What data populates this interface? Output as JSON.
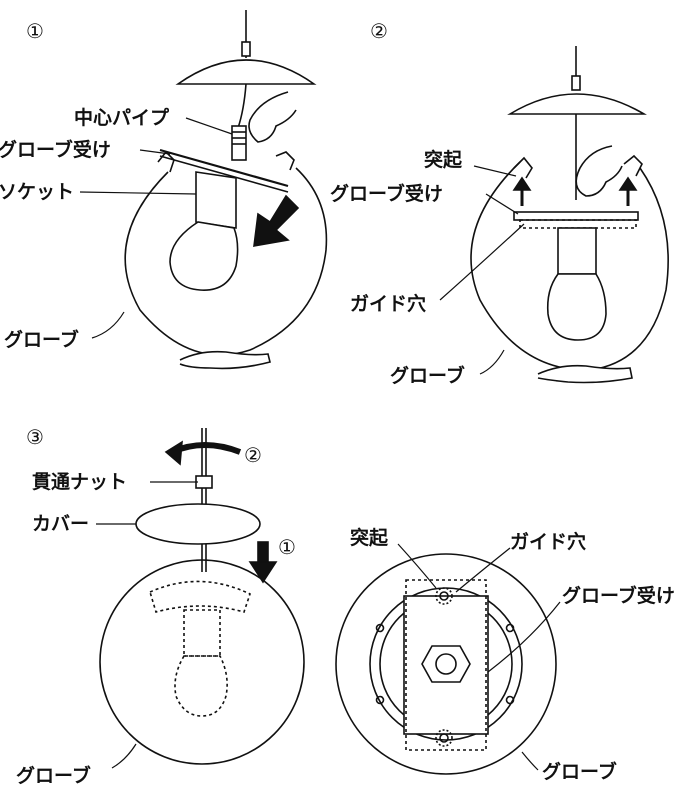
{
  "steps": {
    "step1": "①",
    "step2": "②",
    "step3": "③",
    "rotate_marker": "②",
    "drop_marker": "①"
  },
  "labels": {
    "center_pipe": "中心パイプ",
    "globe_holder": "グローブ受け",
    "socket": "ソケット",
    "globe": "グローブ",
    "protrusion": "突起",
    "guide_hole": "ガイド穴",
    "through_nut": "貫通ナット",
    "cover": "カバー"
  },
  "colors": {
    "line": "#111111",
    "paper": "#ffffff"
  }
}
